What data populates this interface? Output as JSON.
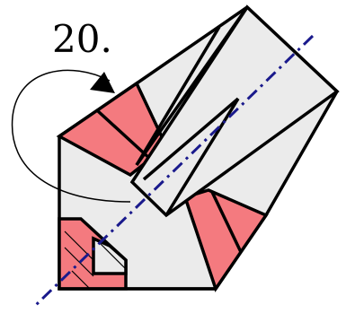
{
  "diagram": {
    "step_number": "20.",
    "colors": {
      "paper_white": "#ebebeb",
      "paper_color": "#f47a7f",
      "fold_line": "#1a1a8c",
      "outline": "#000000"
    },
    "symbols": [
      "turn-over-arrow",
      "valley-fold-line"
    ]
  }
}
